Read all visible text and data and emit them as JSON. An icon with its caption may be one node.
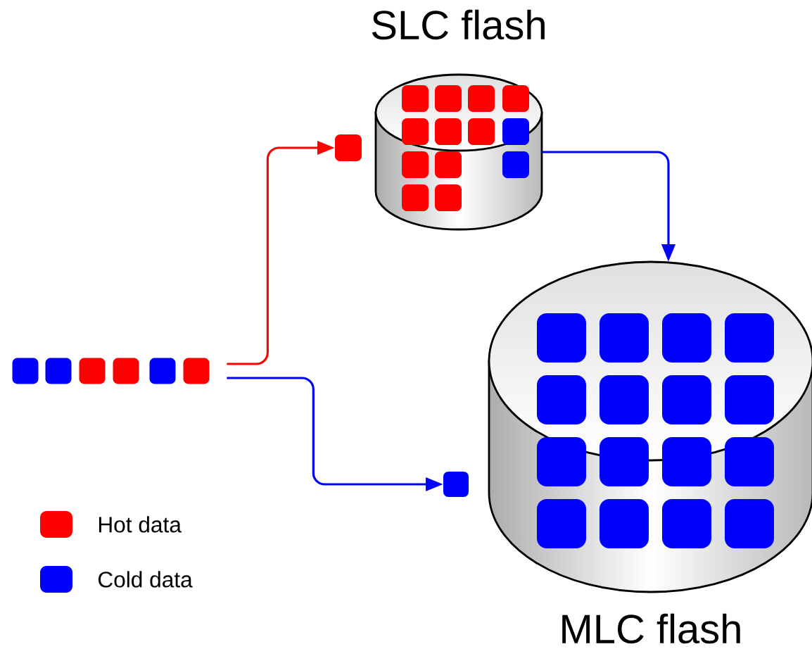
{
  "diagram": {
    "nodes": [
      {
        "text": [
          "SLC flash"
        ]
      },
      {
        "text": [
          "MLC flash"
        ]
      },
      {
        "text": [],
        "shape": "picture"
      },
      {
        "text": [],
        "shape": "box"
      },
      {
        "text": [],
        "shape": "box"
      }
    ],
    "edges": [
      {
        "from": 2,
        "to": 3,
        "arrow": "to",
        "color": "#ff0000"
      },
      {
        "from": 2,
        "to": 4,
        "arrow": "to"
      },
      {
        "from": 0,
        "to": 1,
        "arrow": "to"
      }
    ],
    "legend": [
      {
        "text": "Hot data",
        "color": "#ff0000"
      },
      {
        "text": "Cold data",
        "color": "#0000ff"
      }
    ]
  }
}
